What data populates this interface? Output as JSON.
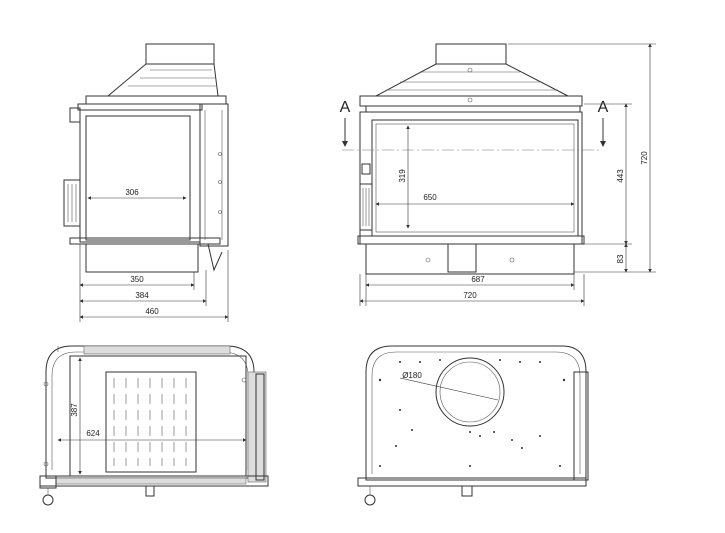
{
  "views": {
    "side": {
      "dim_inner_width": "306",
      "dim_350": "350",
      "dim_384": "384",
      "dim_460": "460"
    },
    "front": {
      "section_mark_left": "A",
      "section_mark_right": "A",
      "dim_height_319": "319",
      "dim_width_650": "650",
      "dim_443": "443",
      "dim_720_vertical": "720",
      "dim_83": "83",
      "dim_687": "687",
      "dim_720_horizontal": "720"
    },
    "plan": {
      "dim_387": "387",
      "dim_624": "624"
    },
    "top": {
      "flue_diameter": "Ø180"
    }
  }
}
